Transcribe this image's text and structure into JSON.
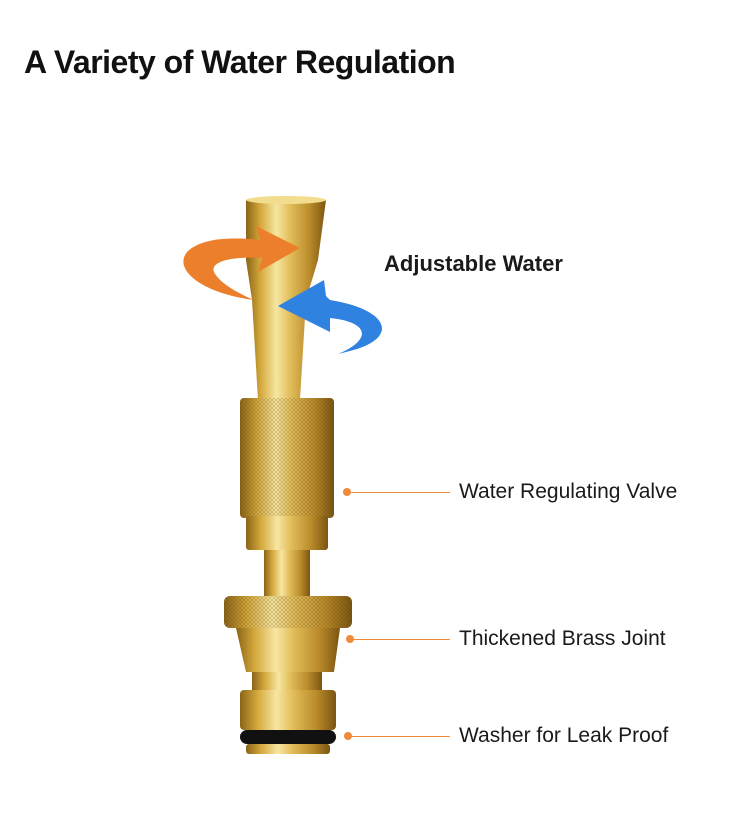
{
  "title": "A Variety of Water Regulation",
  "callouts": {
    "adjustable": "Adjustable Water",
    "valve": "Water Regulating Valve",
    "joint": "Thickened Brass Joint",
    "washer": "Washer for Leak Proof"
  },
  "colors": {
    "brass_light": "#f3dc8c",
    "brass_mid": "#d4a83c",
    "brass_dark": "#8a6418",
    "arrow_orange": "#ec7f2b",
    "arrow_blue": "#2f82e0",
    "leader": "#ef8a3a",
    "washer": "#111111"
  },
  "icons": [
    "rotate-cw-arrow-icon",
    "rotate-ccw-arrow-icon"
  ]
}
